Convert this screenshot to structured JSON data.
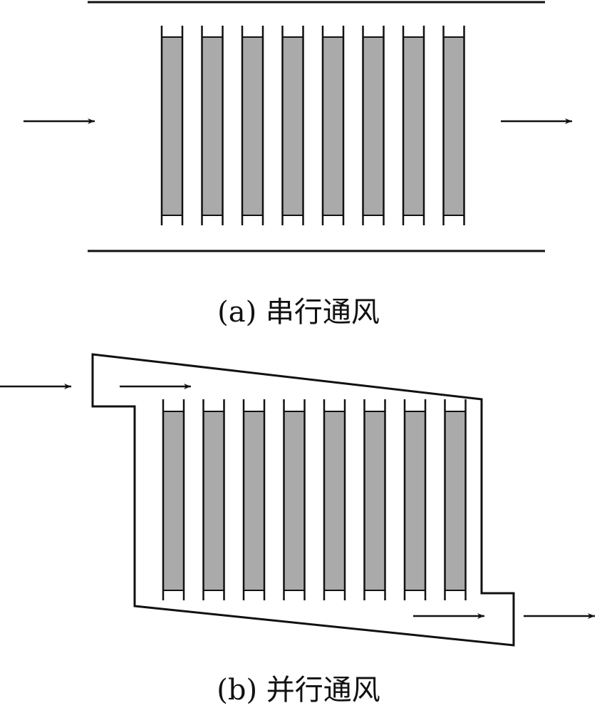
{
  "colors": {
    "stroke": "#111111",
    "plate_fill": "#aaaaaa",
    "background": "#ffffff"
  },
  "diagram_a": {
    "caption": "(a) 串行通风",
    "plate_count": 8
  },
  "diagram_b": {
    "caption": "(b) 并行通风",
    "plate_count": 8
  }
}
